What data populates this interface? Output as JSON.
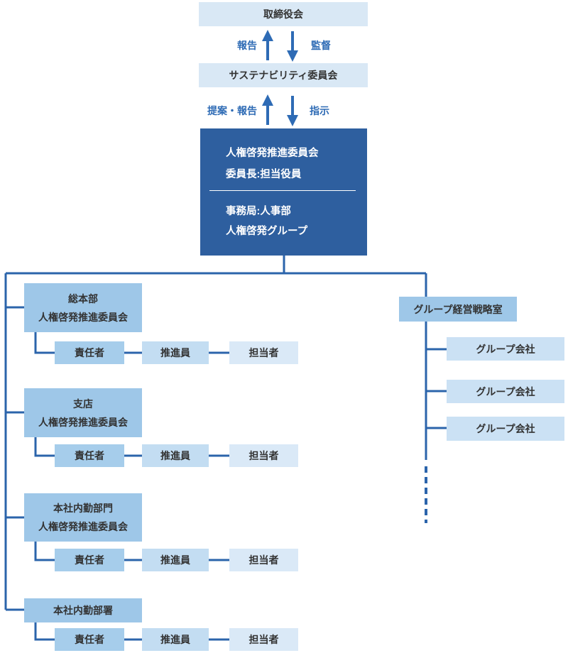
{
  "colors": {
    "light_box": "#D9E8F5",
    "dark_box": "#2E5F9F",
    "medium_box": "#9EC7E8",
    "child_level1": "#A6CDEB",
    "child_level2": "#C3DDF2",
    "child_level3": "#DAE9F7",
    "company_box": "#CBE1F4",
    "line_blue": "#2B64AB",
    "label_blue": "#2E6BB5"
  },
  "top_flow": {
    "board": "取締役会",
    "flow1": {
      "up_label": "報告",
      "down_label": "監督"
    },
    "sustainability": "サステナビリティ委員会",
    "flow2": {
      "up_label": "提案・報告",
      "down_label": "指示"
    },
    "committee": {
      "title": "人権啓発推進委員会",
      "chair": "委員長:担当役員",
      "secretariat_line1": "事務局:人事部",
      "secretariat_line2": "人権啓発グループ"
    }
  },
  "branches": [
    {
      "name_line1": "総本部",
      "name_line2": "人権啓発推進委員会",
      "children": [
        "責任者",
        "推進員",
        "担当者"
      ]
    },
    {
      "name_line1": "支店",
      "name_line2": "人権啓発推進委員会",
      "children": [
        "責任者",
        "推進員",
        "担当者"
      ]
    },
    {
      "name_line1": "本社内勤部門",
      "name_line2": "人権啓発推進委員会",
      "children": [
        "責任者",
        "推進員",
        "担当者"
      ]
    },
    {
      "name_line1": "本社内勤部署",
      "name_line2": "",
      "children": [
        "責任者",
        "推進員",
        "担当者"
      ]
    }
  ],
  "right_branch": {
    "office": "グループ経営戦略室",
    "companies": [
      "グループ会社",
      "グループ会社",
      "グループ会社"
    ]
  }
}
